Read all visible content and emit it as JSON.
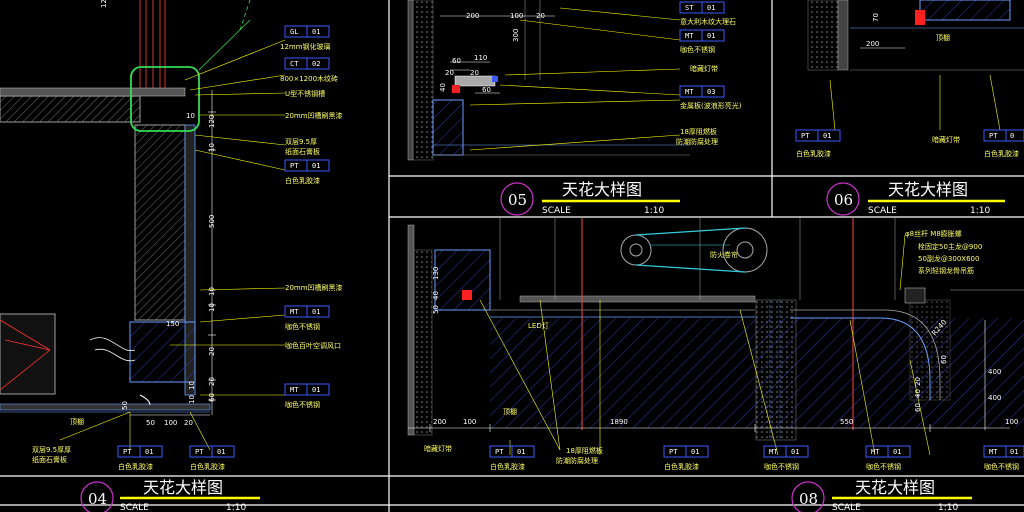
{
  "colors": {
    "background": "#000000",
    "frame": "#ffffff",
    "dimension": "#ffffff",
    "leader": "#ffff00",
    "tag_box": "#3a5cff",
    "title_bar": "#ffff00",
    "badge_circle": "#cc33cc",
    "highlight": "#33dd55",
    "hatch": "#3344cc",
    "wall": "#808080",
    "cyan_detail": "#33ccdd",
    "red_mark": "#ff2020"
  },
  "details": [
    {
      "number": "04",
      "title": "天花大样图",
      "scale_label": "SCALE",
      "scale_value": "1:10"
    },
    {
      "number": "05",
      "title": "天花大样图",
      "scale_label": "SCALE",
      "scale_value": "1:10"
    },
    {
      "number": "06",
      "title": "天花大样图",
      "scale_label": "SCALE",
      "scale_value": "1:10"
    },
    {
      "number": "08",
      "title": "天花大样图",
      "scale_label": "SCALE",
      "scale_value": "1:10"
    }
  ],
  "detail04": {
    "tags": [
      {
        "code": "GL",
        "num": "01",
        "desc": "12mm钢化玻璃"
      },
      {
        "code": "CT",
        "num": "02",
        "desc": "800×1200木纹砖"
      },
      {
        "code": "PT",
        "num": "01",
        "desc": "白色乳胶漆"
      },
      {
        "code": "MT",
        "num": "01",
        "desc": "咖色不锈钢"
      },
      {
        "code": "MT",
        "num": "01",
        "desc": "咖色不锈钢"
      },
      {
        "code": "PT",
        "num": "01",
        "desc": "白色乳胶漆"
      },
      {
        "code": "PT",
        "num": "01",
        "desc": "白色乳胶漆"
      }
    ],
    "notes": [
      "U型不锈钢槽",
      "20mm凹槽刷黑漆",
      "双层9.5厚",
      "纸面石膏板",
      "20mm凹槽刷黑漆",
      "咖色百叶空调风口",
      "双层9.5厚厚",
      "纸面石膏板",
      "顶棚"
    ],
    "dims": [
      "12",
      "10",
      "120",
      "10",
      "500",
      "10",
      "10",
      "20",
      "150",
      "20",
      "10",
      "60",
      "10",
      "50",
      "50",
      "100",
      "20"
    ]
  },
  "detail05": {
    "tags": [
      {
        "code": "ST",
        "num": "01",
        "desc": "意大利木纹大理石"
      },
      {
        "code": "MT",
        "num": "01",
        "desc": "咖色不锈钢"
      },
      {
        "code": "MT",
        "num": "03",
        "desc": "金属板(波浪形亮光)"
      }
    ],
    "notes": [
      "暗藏灯带",
      "18厚阻燃板",
      "防潮防腐处理"
    ],
    "dims": [
      "200",
      "100",
      "20",
      "300",
      "60",
      "110",
      "60",
      "20",
      "20",
      "40"
    ]
  },
  "detail06": {
    "tags": [
      {
        "code": "PT",
        "num": "01",
        "desc": "白色乳胶漆"
      },
      {
        "code": "PT",
        "num": "0",
        "desc": "白色乳胶漆"
      }
    ],
    "notes": [
      "暗藏灯带",
      "顶棚"
    ],
    "dims": [
      "70",
      "200"
    ]
  },
  "detail08": {
    "tags": [
      {
        "code": "PT",
        "num": "01",
        "desc": "白色乳胶漆"
      },
      {
        "code": "PT",
        "num": "01",
        "desc": "白色乳胶漆"
      },
      {
        "code": "MT",
        "num": "01",
        "desc": "咖色不锈钢"
      },
      {
        "code": "MT",
        "num": "01",
        "desc": "咖色不锈钢"
      },
      {
        "code": "MT",
        "num": "01",
        "desc": "咖色不锈钢"
      }
    ],
    "notes": [
      "φ8丝杆  M8膨胀螺",
      "栓固定50主龙@900",
      "50副龙@300X600",
      "系列轻钢龙骨吊筋",
      "防火卷帘",
      "暗藏灯带",
      "18厚阻燃板",
      "防潮防腐处理",
      "LED灯",
      "顶棚"
    ],
    "dims": [
      "130",
      "40",
      "50",
      "200",
      "100",
      "1890",
      "550",
      "R240",
      "60",
      "400",
      "400",
      "100",
      "20",
      "40",
      "60"
    ]
  }
}
